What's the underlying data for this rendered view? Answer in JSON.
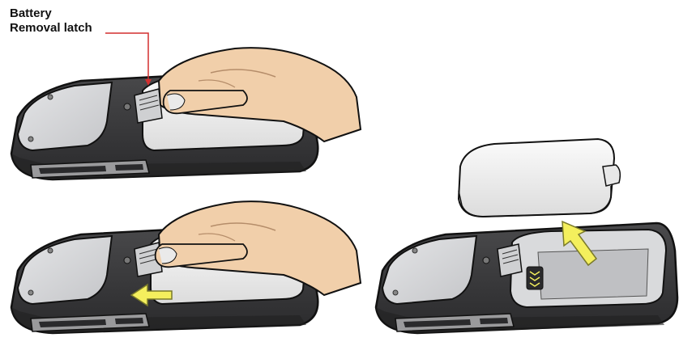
{
  "callout": {
    "line1": "Battery",
    "line2": "Removal latch"
  },
  "colors": {
    "device_body": "#3b3b3d",
    "device_outline": "#111111",
    "panel_gray": "#d5d6d8",
    "battery_cover": "#f1f1f1",
    "skin": "#f1cfaa",
    "skin_shadow": "#d8ad86",
    "callout_line": "#d32f2f",
    "arrow": "#f4ef5d",
    "arrow_outline": "#7a7a2a"
  },
  "steps": [
    {
      "id": "press-latch"
    },
    {
      "id": "slide-latch"
    },
    {
      "id": "lift-battery"
    }
  ]
}
